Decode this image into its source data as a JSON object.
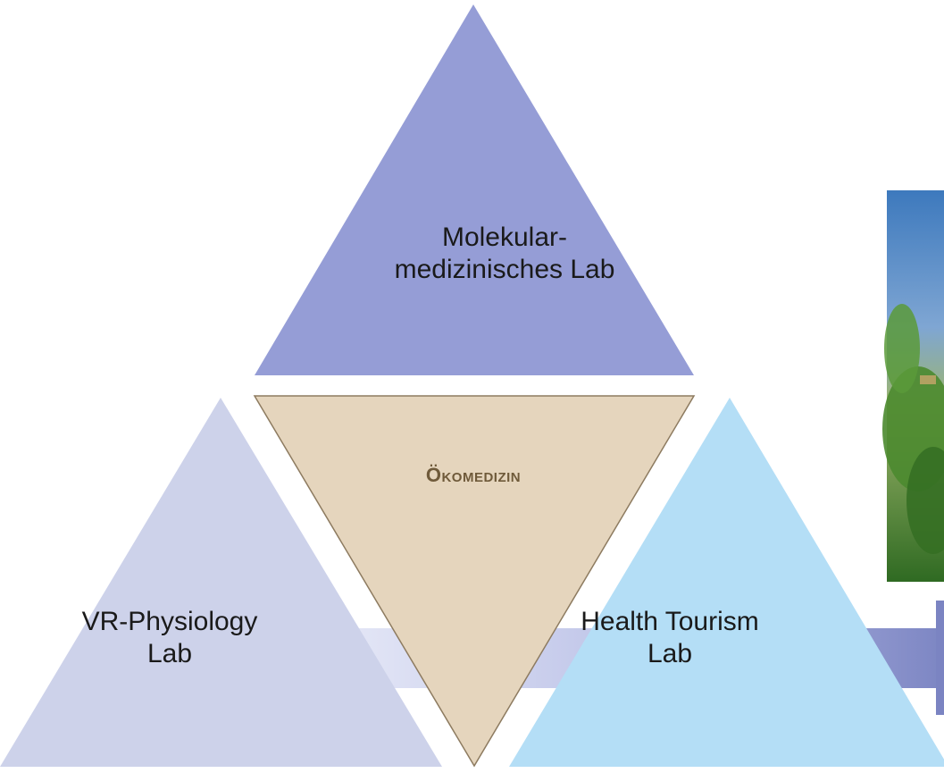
{
  "labels": {
    "top": "Molekular-\nmedizinisches Lab",
    "left": "VR-Physiology\nLab",
    "right": "Health Tourism\nLab",
    "center": "Ökomedizin"
  },
  "colors": {
    "top_triangle": "#959dd6",
    "left_triangle": "#cdd2ea",
    "right_triangle": "#b4def6",
    "center_triangle": "#e5d5bd",
    "center_border": "#8d7b60",
    "center_text": "#6f5a3a",
    "arrow_fill": "#aab0dd",
    "arrow_tip": "#8089c6",
    "photo_sky": "#3f74b5",
    "photo_trees": "#3f7e2a"
  },
  "photo": {
    "description_icon": "landscape-photo"
  }
}
